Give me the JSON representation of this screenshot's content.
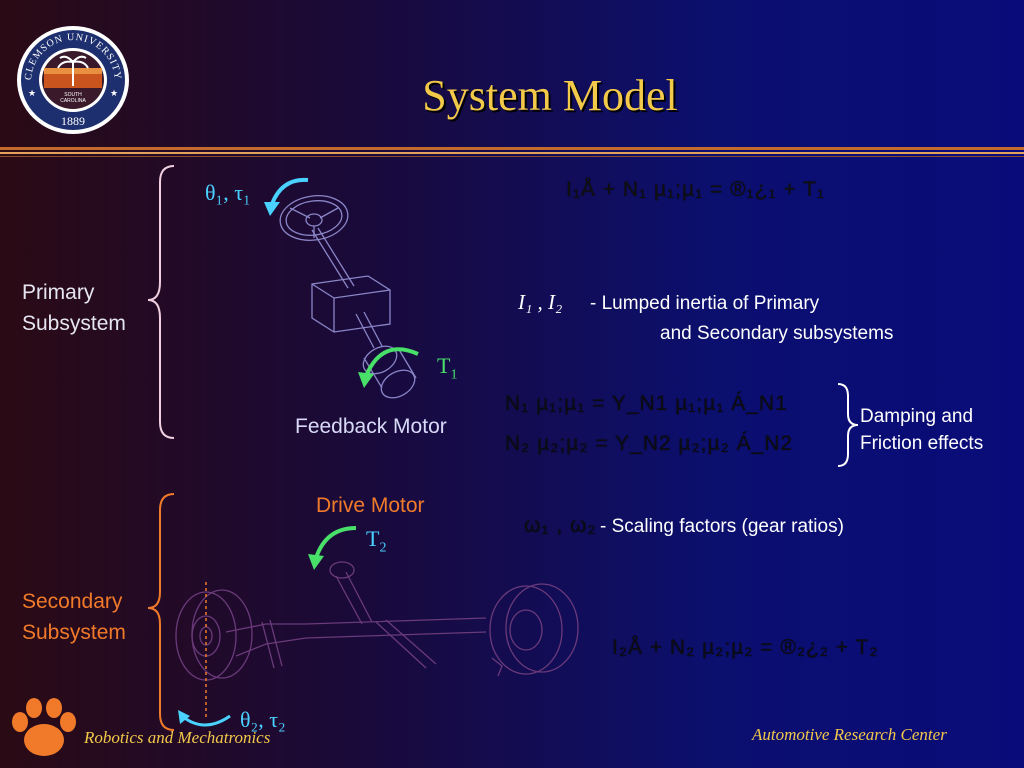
{
  "header": {
    "title": "System Model",
    "seal_text_top": "CLEMSON UNIVERSITY",
    "seal_text_mid1": "SOUTH",
    "seal_text_mid2": "CAROLINA",
    "seal_year": "1889"
  },
  "primary": {
    "label_line1": "Primary",
    "label_line2": "Subsystem",
    "theta_tau": "θ₁, τ₁",
    "torque": "T",
    "torque_sub": "1",
    "motor_label": "Feedback Motor"
  },
  "secondary": {
    "label_line1": "Secondary",
    "label_line2": "Subsystem",
    "motor_label": "Drive Motor",
    "torque": "T",
    "torque_sub": "2",
    "theta_tau": "θ₂, τ₂"
  },
  "equations": {
    "eq1": "I₁Å + N₁  µ₁;µ₁  = ®₁¿₁ + T₁",
    "inertia_symbols": "I₁ , I₂",
    "inertia_desc_line1": "-  Lumped inertia of Primary",
    "inertia_desc_line2": "and Secondary subsystems",
    "eq2": "N₁  µ₁;µ₁  = Y_N1  µ₁;µ₁   Á_N1",
    "eq3": "N₂  µ₂;µ₂  = Y_N2  µ₂;µ₂   Á_N2",
    "damping_line1": "Damping and",
    "damping_line2": "Friction effects",
    "scaling_symbols": "ω₁ , ω₂",
    "scaling_desc": "-  Scaling factors (gear ratios)",
    "eq4": "I₂Å + N₂  µ₂;µ₂  = ®₂¿₂ + T₂"
  },
  "footer": {
    "left": "Robotics and Mechatronics",
    "right": "Automotive Research Center"
  },
  "colors": {
    "title": "#f3c94a",
    "accent_orange": "#f07a2a",
    "accent_cyan": "#49d2ff",
    "accent_green": "#49e06a"
  }
}
